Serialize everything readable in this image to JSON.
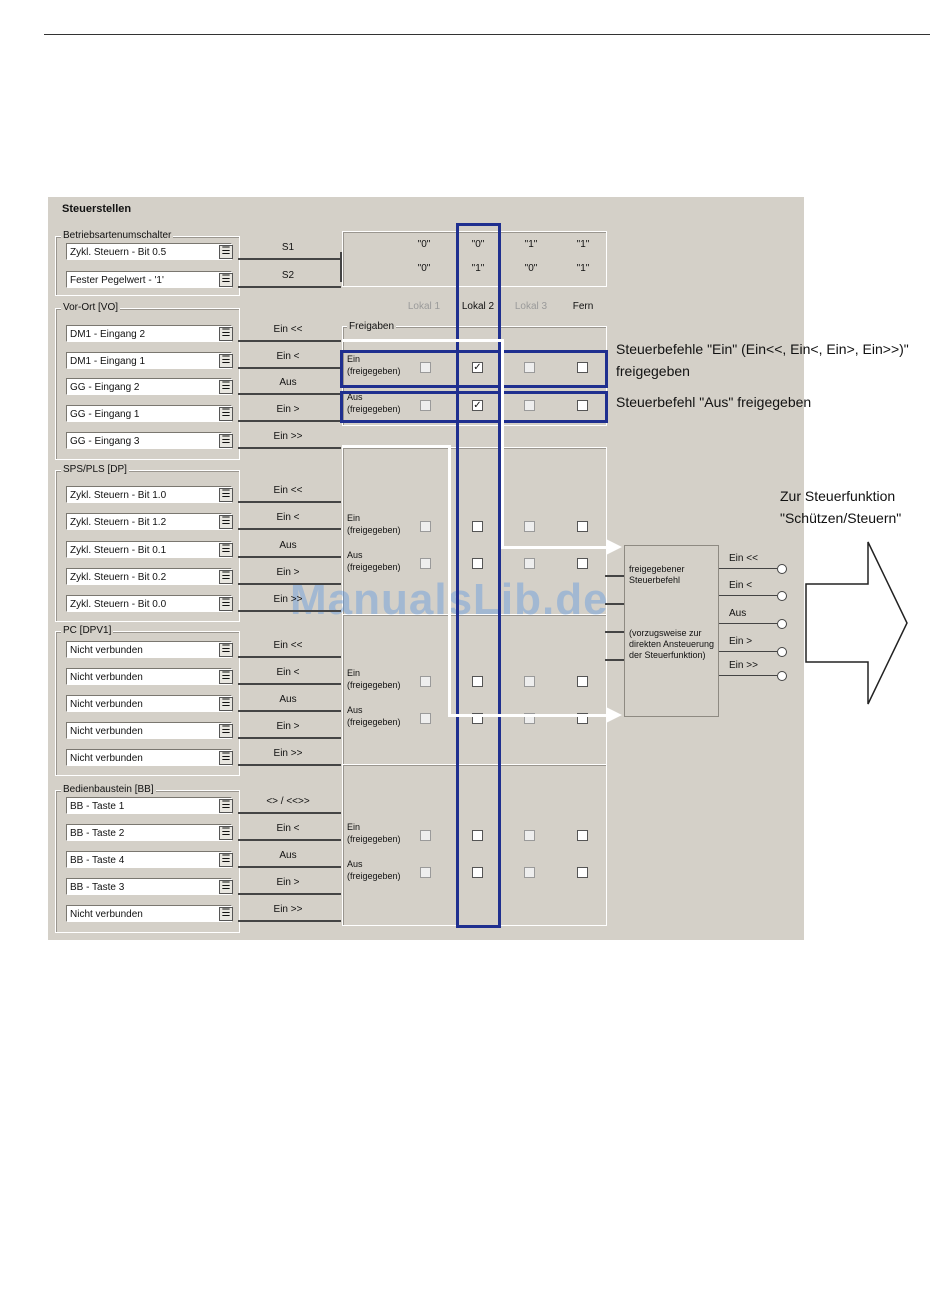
{
  "panel_title": "Steuerstellen",
  "groups": {
    "bu": {
      "label": "Betriebsartenumschalter",
      "fields": [
        "Zykl. Steuern - Bit 0.5",
        "Fester Pegelwert - '1'"
      ],
      "cmds": [
        "S1",
        "S2"
      ]
    },
    "vo": {
      "label": "Vor-Ort [VO]",
      "fields": [
        "DM1 - Eingang 2",
        "DM1 - Eingang 1",
        "GG - Eingang 2",
        "GG - Eingang 1",
        "GG - Eingang 3"
      ],
      "cmds": [
        "Ein <<",
        "Ein <",
        "Aus",
        "Ein >",
        "Ein >>"
      ]
    },
    "sps": {
      "label": "SPS/PLS [DP]",
      "fields": [
        "Zykl. Steuern - Bit 1.0",
        "Zykl. Steuern - Bit 1.2",
        "Zykl. Steuern - Bit 0.1",
        "Zykl. Steuern - Bit 0.2",
        "Zykl. Steuern - Bit 0.0"
      ],
      "cmds": [
        "Ein <<",
        "Ein <",
        "Aus",
        "Ein >",
        "Ein >>"
      ]
    },
    "pc": {
      "label": "PC [DPV1]",
      "fields": [
        "Nicht verbunden",
        "Nicht verbunden",
        "Nicht verbunden",
        "Nicht verbunden",
        "Nicht verbunden"
      ],
      "cmds": [
        "Ein <<",
        "Ein <",
        "Aus",
        "Ein >",
        "Ein >>"
      ]
    },
    "bb": {
      "label": "Bedienbaustein [BB]",
      "fields": [
        "BB - Taste 1",
        "BB - Taste 2",
        "BB - Taste 4",
        "BB - Taste 3",
        "Nicht verbunden"
      ],
      "cmds": [
        "<> / <<>>",
        "Ein <",
        "Aus",
        "Ein >",
        "Ein >>"
      ]
    }
  },
  "field_button_glyph": "☰",
  "mode_table": {
    "row1": [
      "\"0\"",
      "\"0\"",
      "\"1\"",
      "\"1\""
    ],
    "row2": [
      "\"0\"",
      "\"1\"",
      "\"0\"",
      "\"1\""
    ],
    "columns": [
      "Lokal 1",
      "Lokal 2",
      "Lokal 3",
      "Fern"
    ]
  },
  "freigaben_label": "Freigaben",
  "row_labels": {
    "ein_a": "Ein",
    "ein_b": "(freigegeben)",
    "aus_a": "Aus",
    "aus_b": "(freigegeben)"
  },
  "checkbox_checked_glyph": "✓",
  "checked": {
    "vo_ein_col": 1,
    "vo_aus_col": 1
  },
  "annotations": {
    "ein_line1": "Steuerbefehle \"Ein\" (Ein<<, Ein<, Ein>, Ein>>)\"",
    "ein_line2": "freigegeben",
    "aus_line1": "Steuerbefehl \"Aus\" freigegeben",
    "zur_line1": "Zur Steuerfunktion",
    "zur_line2": "\"Schützen/Steuern\""
  },
  "output_box": {
    "text1": "freigegebener Steuerbefehl",
    "text2": "(vorzugsweise zur direkten Ansteuerung der Steuerfunktion)",
    "outputs": [
      "Ein <<",
      "Ein <",
      "Aus",
      "Ein >",
      "Ein >>"
    ]
  },
  "watermark": "ManualsLib.de",
  "colors": {
    "panel": "#d4d0c8",
    "highlight_blue": "#1f2f8f",
    "watermark": "#468ce6"
  }
}
